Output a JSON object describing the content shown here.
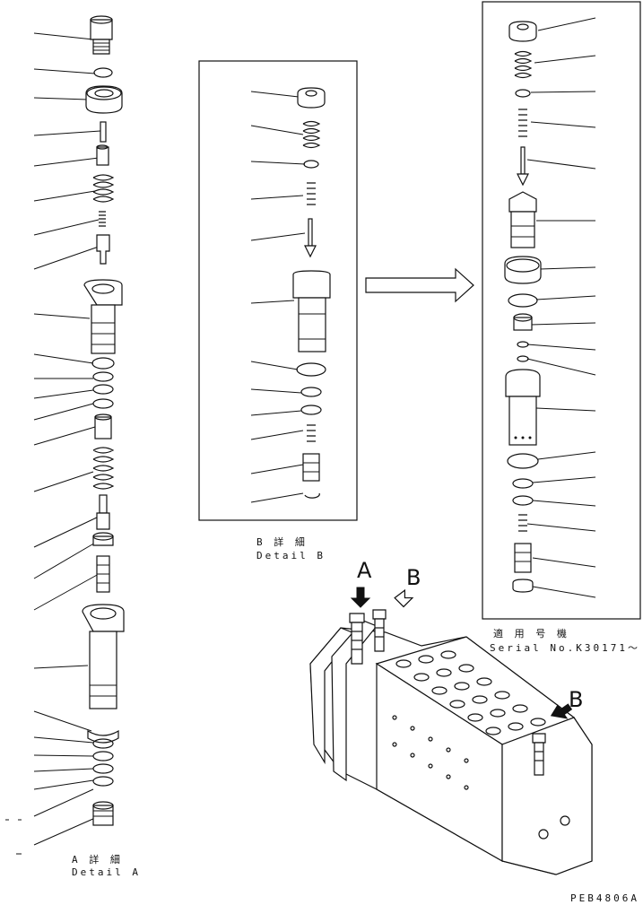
{
  "detailA": {
    "jp": "A 詳 細",
    "en": "Detail A"
  },
  "detailB": {
    "jp": "B 詳 細",
    "en": "Detail B"
  },
  "serial": {
    "jp": "適 用 号 機",
    "en": "Serial No.K30171～"
  },
  "callouts": {
    "a": "A",
    "b": "B",
    "b2": "B"
  },
  "drawing_code": "PEB4806A"
}
